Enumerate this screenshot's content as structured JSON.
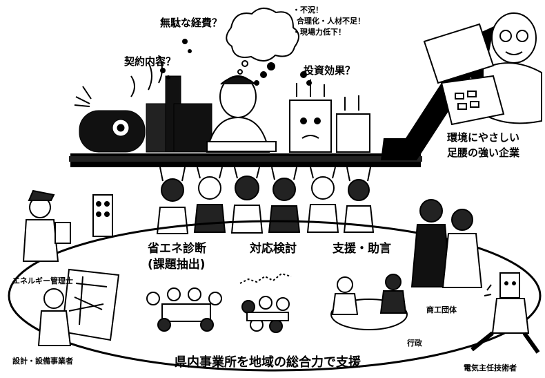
{
  "thought_bubbles": {
    "waste": "無駄な経費？",
    "contract": "契約内容？",
    "investment": "投資効果？"
  },
  "cloud_notes": [
    "・不況！",
    "合理化・人材不足！",
    "・現場力低下！"
  ],
  "goal_text": [
    "環境にやさしい",
    "足腰の強い企業"
  ],
  "activities": {
    "diagnosis_line1": "省エネ診断",
    "diagnosis_line2": "(課題抽出)",
    "study": "対応検討",
    "support": "支援・助言"
  },
  "roles": {
    "energy_manager": "エネルギー管理士",
    "designer": "設計・設備事業者",
    "commerce": "商工団体",
    "government": "行政",
    "electrical": "電気主任技術者"
  },
  "slogan": "県内事業所を地域の総合力で支援"
}
